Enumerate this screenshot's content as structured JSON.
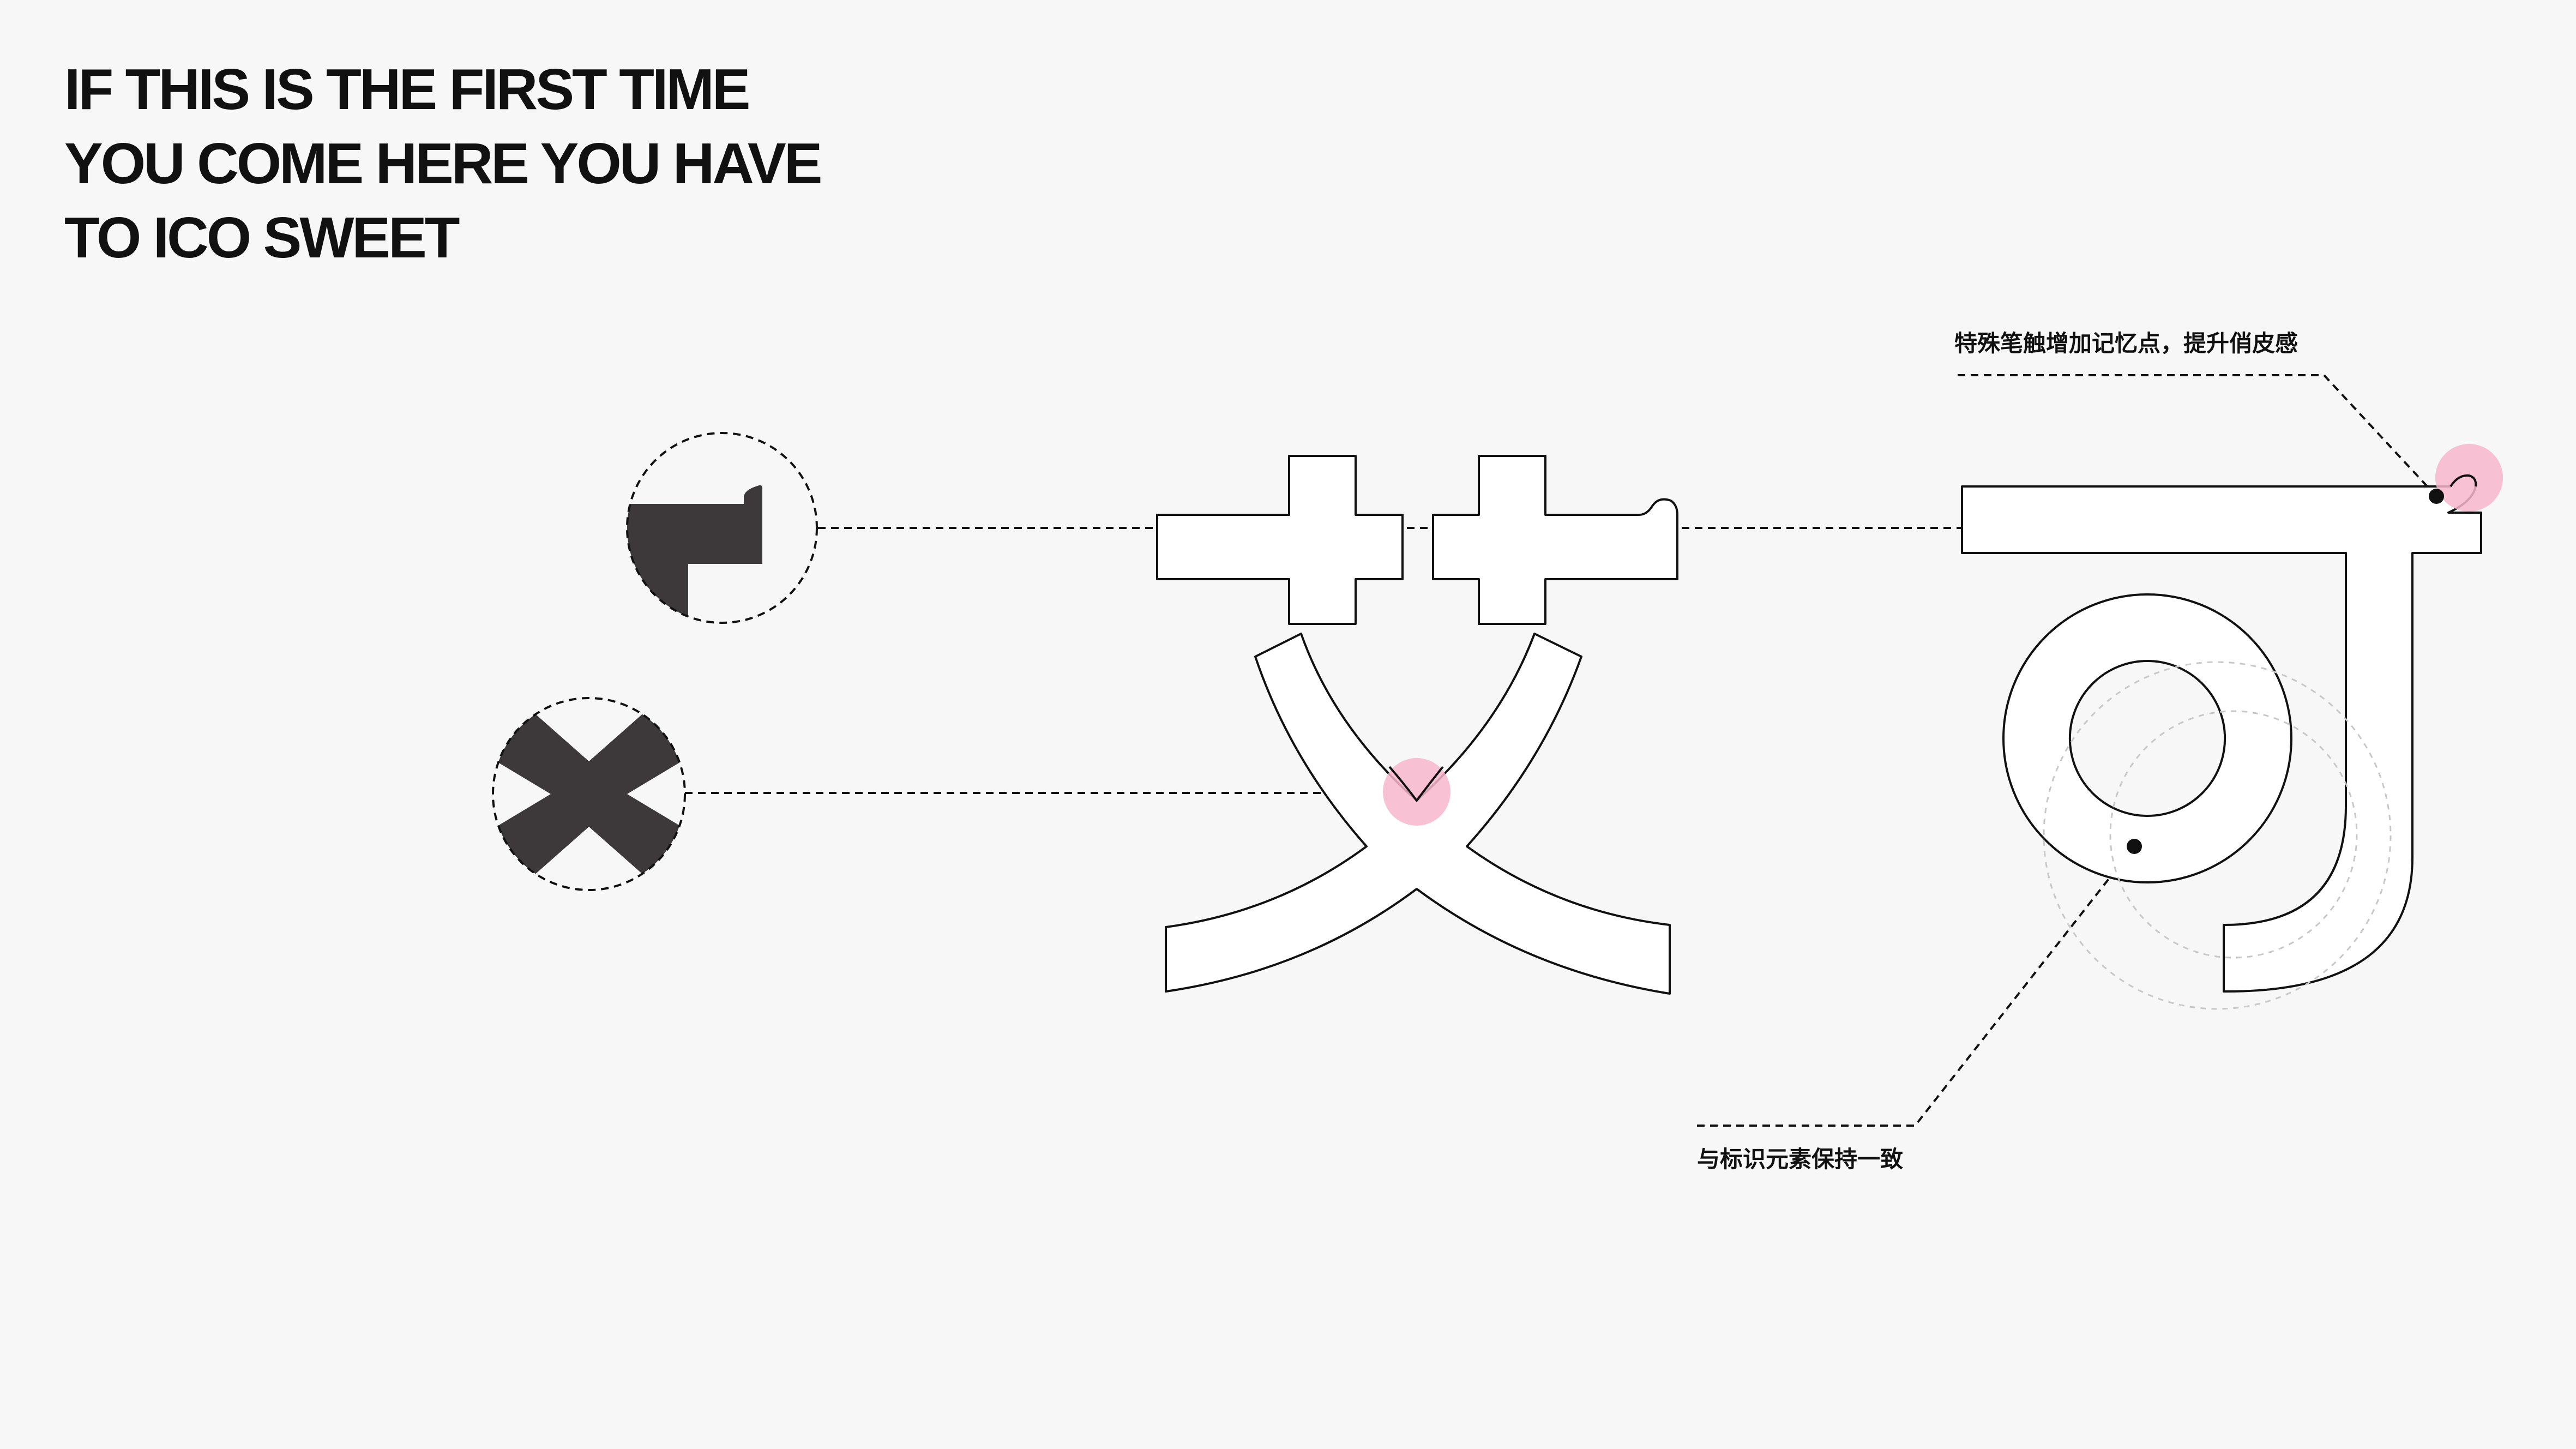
{
  "headline": {
    "line1": "IF THIS IS THE FIRST TIME",
    "line2": "YOU COME HERE YOU HAVE",
    "line3": "TO ICO SWEET"
  },
  "annotations": {
    "top_right": "特殊笔触增加记忆点，提升俏皮感",
    "bottom": "与标识元素保持一致"
  },
  "colors": {
    "background": "#f7f7f7",
    "text": "#111111",
    "stroke": "#111111",
    "glyph_fill": "#ffffff",
    "detail_fill": "#3d393a",
    "highlight": "#f7b6cc"
  }
}
